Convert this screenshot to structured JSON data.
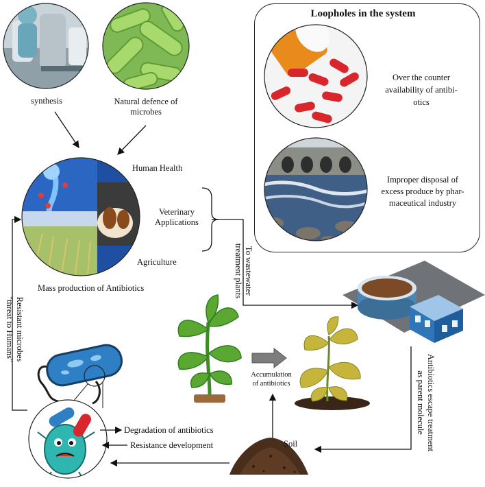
{
  "sources": {
    "synthesis": "synthesis",
    "natural_defence": "Natural defence of\nmicrobes"
  },
  "hub": {
    "human_health": "Human Health",
    "veterinary": "Veterinary\nApplications",
    "agriculture": "Agriculture",
    "caption": "Mass production of Antibiotics"
  },
  "loopholes": {
    "title": "Loopholes in the system",
    "otc": "Over the counter\navailability of antibi-\notics",
    "disposal": "Improper disposal of\nexcess produce by phar-\nmaceutical industry"
  },
  "flow": {
    "wastewater": "To wastewater\ntreatment plants",
    "escape": "Antibiotics escape treatment\nas parent molecule",
    "resistant": "Resistant microbes\n\"threat to Humans\"",
    "soil": "Soil",
    "accumulation": "Accumulation\nof antibiotics",
    "degradation": "Degradation of antibiotics",
    "resistance_dev": "Resistance development"
  },
  "colors": {
    "plant_green": "#5aa832",
    "leaf_dark": "#2f7d1f",
    "bacteria_blue": "#2f7fc4",
    "pill_red": "#d8262c",
    "pill_orange": "#e98a1c",
    "plant_yellow": "#c7b43a",
    "soil_brown": "#4a2e1c"
  }
}
